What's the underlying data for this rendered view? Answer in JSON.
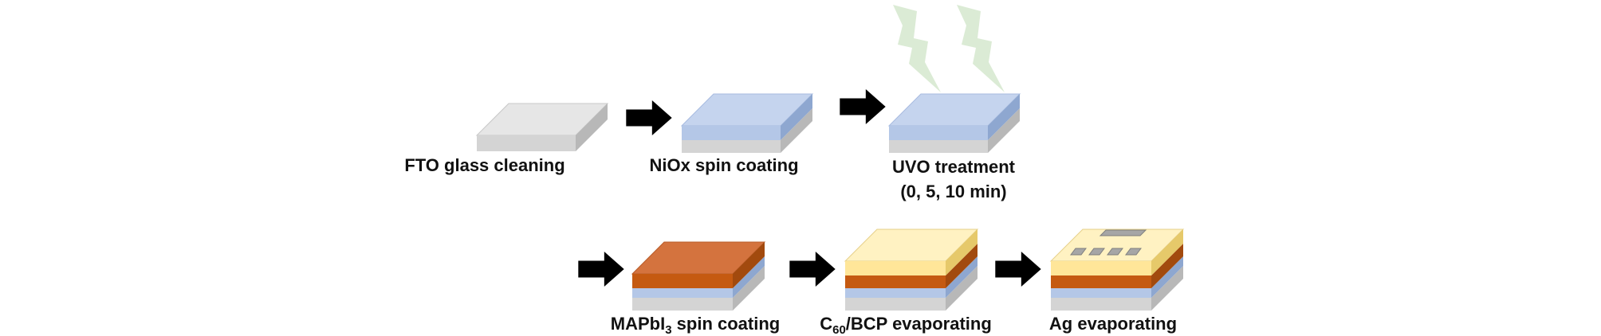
{
  "steps": [
    {
      "label": "FTO glass cleaning"
    },
    {
      "label": "NiOx spin coating"
    },
    {
      "label": "UVO treatment",
      "sublabel": "(0, 5, 10 min)"
    },
    {
      "label_prefix": "MAPbI",
      "label_sub": "3",
      "label_suffix": " spin coating"
    },
    {
      "label_prefix": "C",
      "label_sub": "60",
      "label_suffix": "/BCP evaporating"
    },
    {
      "label": "Ag evaporating"
    }
  ],
  "colors": {
    "glass": "#dcdcdc",
    "niox": "#b4c7e7",
    "perovskite_top": "#d4733e",
    "perovskite_layer": "#c55a11",
    "c60_bcp": "#ffe699",
    "ag_electrode": "#a6a6a6",
    "uv_light": "#d9ead3",
    "arrow": "#000000"
  },
  "icons": [
    "right-arrow-icon",
    "uv-lightning-icon"
  ]
}
